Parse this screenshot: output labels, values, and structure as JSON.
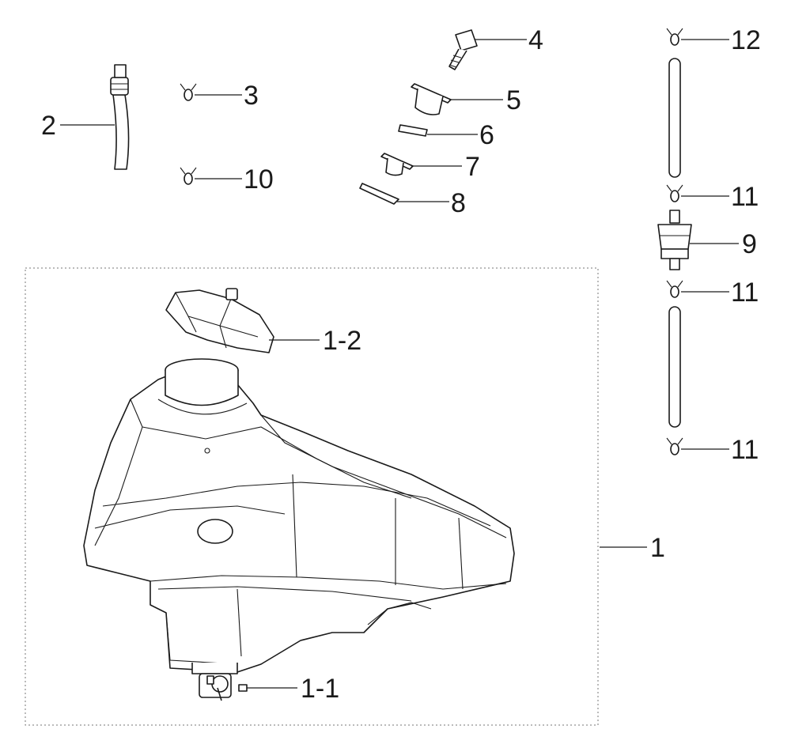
{
  "diagram": {
    "type": "exploded-parts-diagram",
    "callouts": {
      "c1": "1",
      "c1_1": "1-1",
      "c1_2": "1-2",
      "c2": "2",
      "c3": "3",
      "c4": "4",
      "c5": "5",
      "c6": "6",
      "c7": "7",
      "c8": "8",
      "c9": "9",
      "c10": "10",
      "c11a": "11",
      "c11b": "11",
      "c11c": "11",
      "c12": "12"
    },
    "colors": {
      "line": "#1a1a1a",
      "frame": "#777777",
      "background": "#ffffff"
    }
  }
}
